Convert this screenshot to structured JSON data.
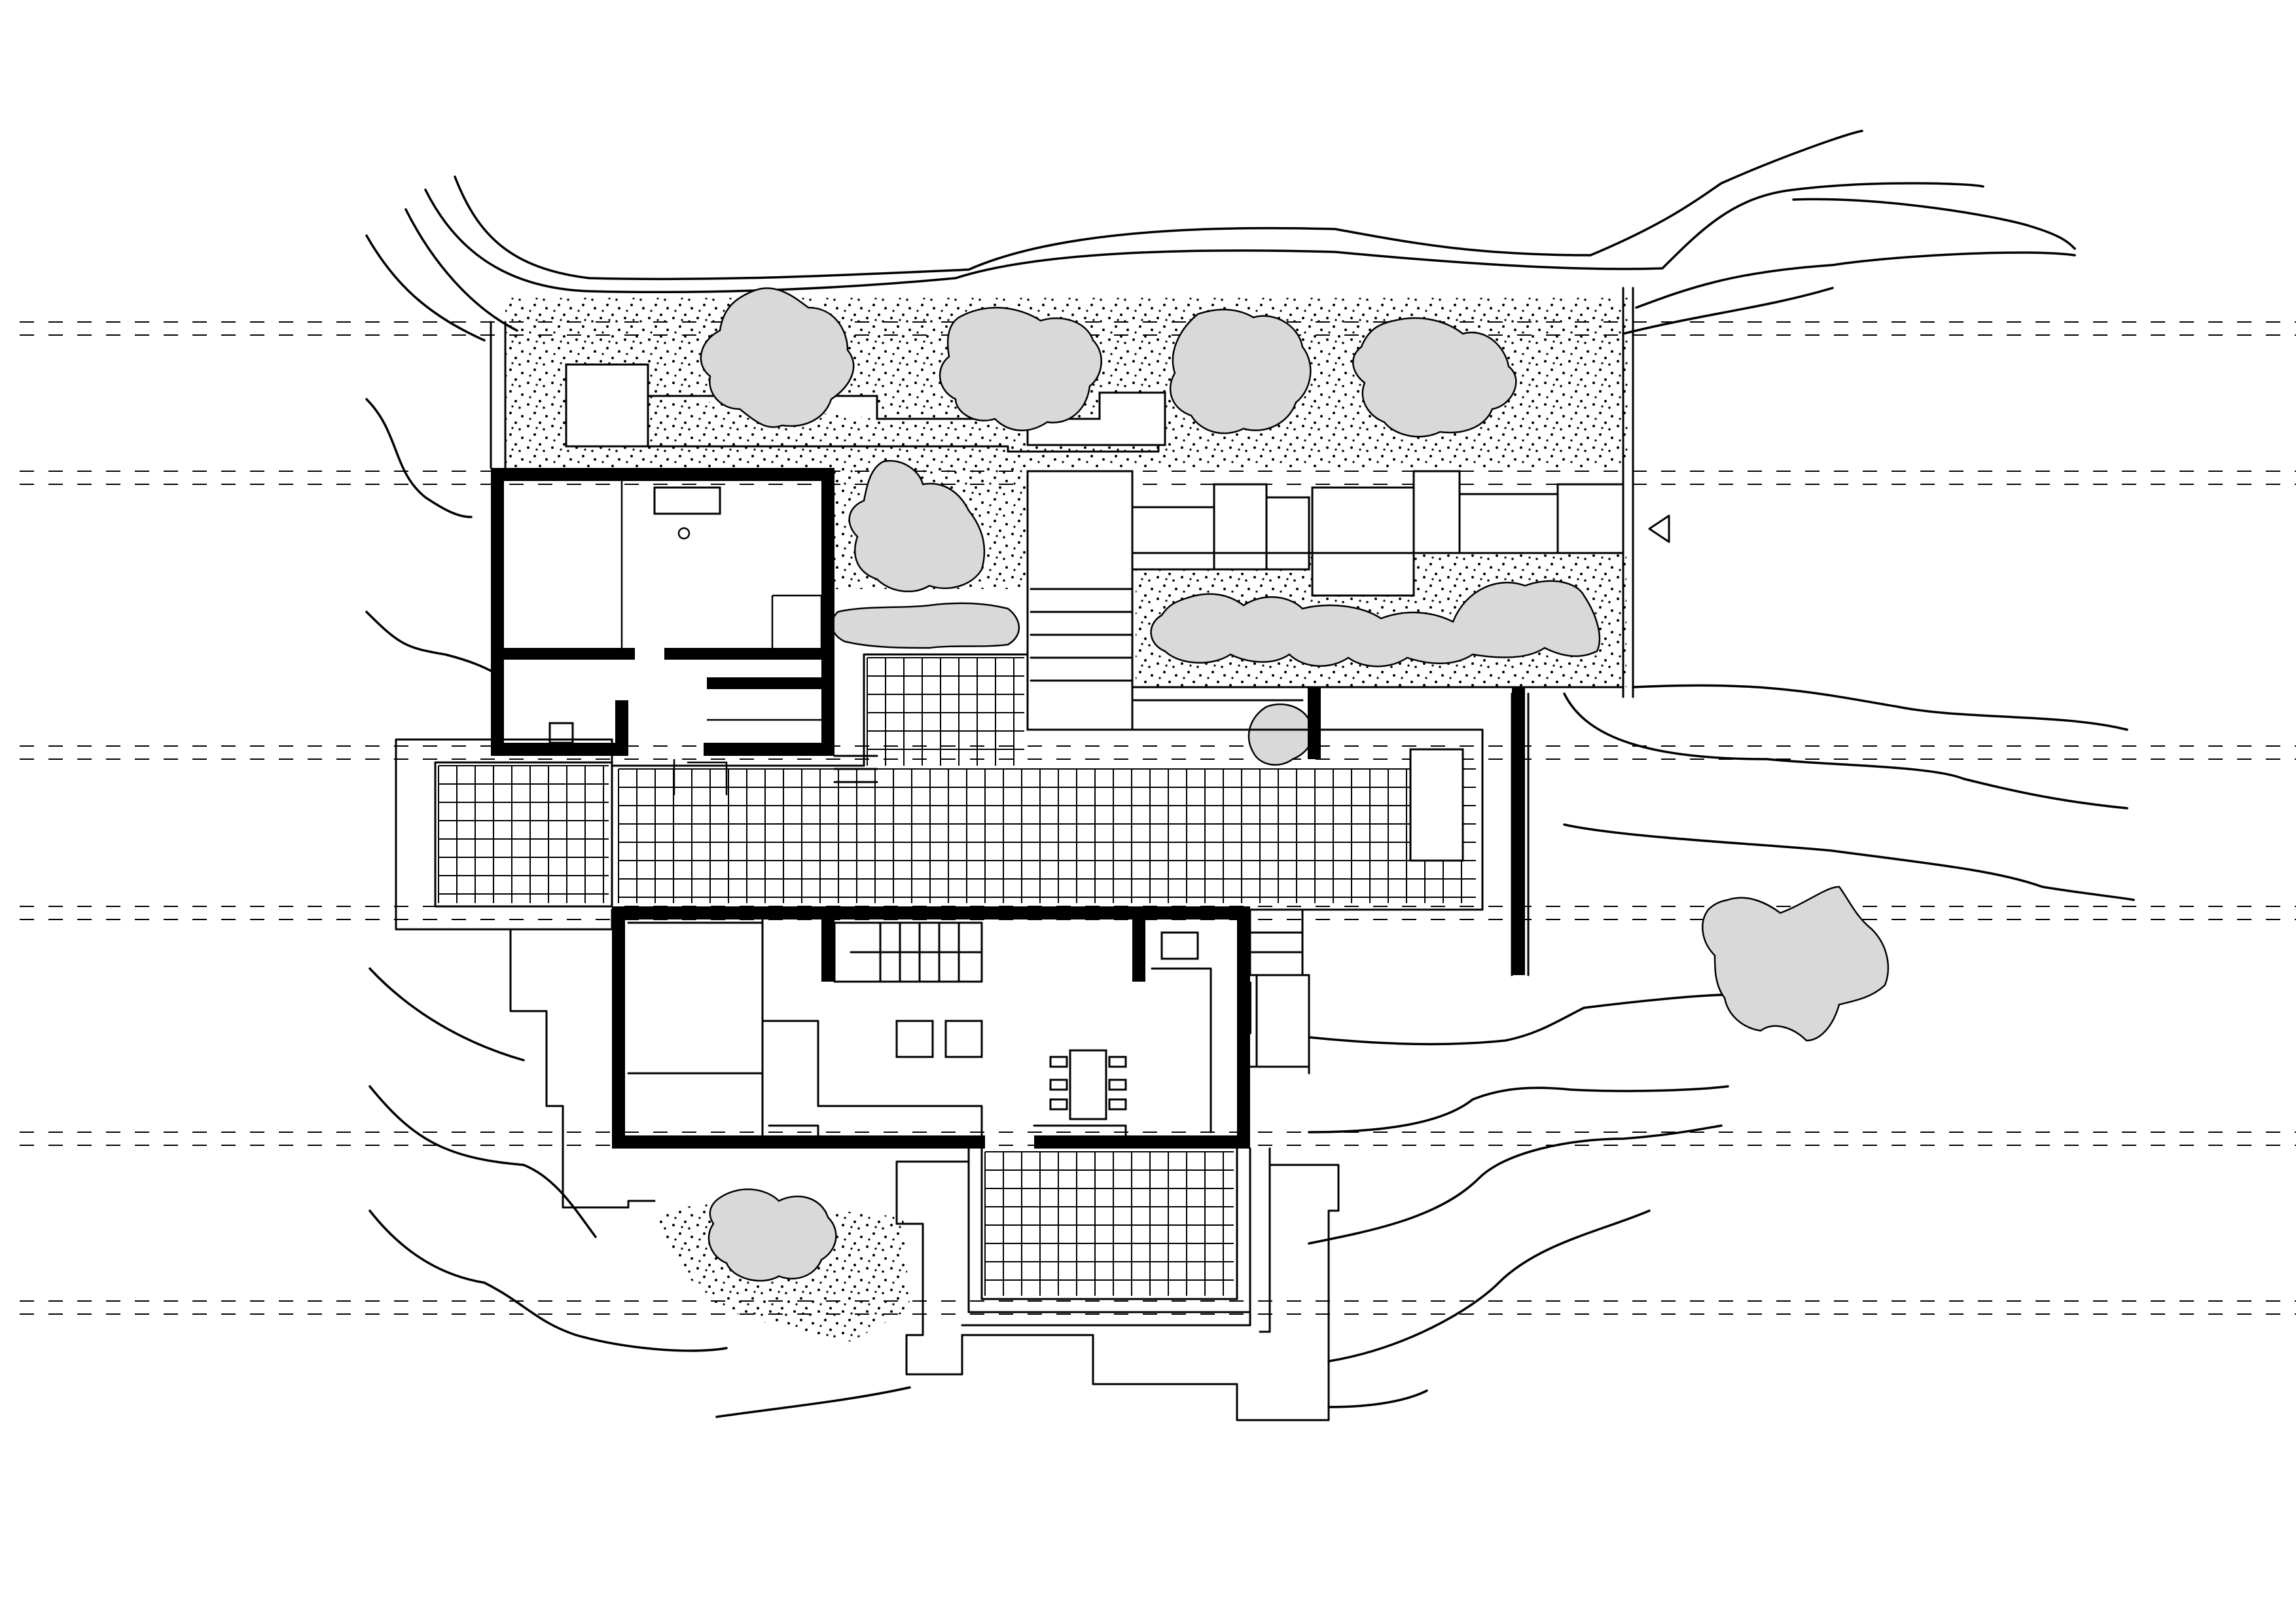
{
  "drawing": {
    "type": "site-floor-plan",
    "style": "black line drawing, solid black walls, grey trees, stippled planting beds",
    "colors": {
      "ink": "#000000",
      "tree_fill": "#d9d9d9",
      "paper": "#ffffff"
    },
    "symbols": [
      "entrance-arrow-icon",
      "dining-table",
      "stair-flights",
      "paving-grid",
      "stipple-planting",
      "tree-canopy",
      "contour-lines",
      "dashed-grid-lines"
    ],
    "counts": {
      "trees": 11,
      "dashed_grid_lines": 6,
      "stair_flights": 3
    }
  }
}
